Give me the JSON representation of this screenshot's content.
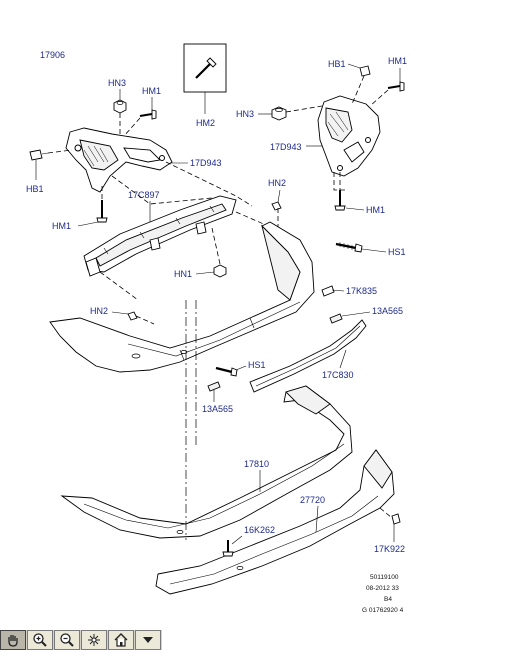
{
  "figure": {
    "id": "17906",
    "callouts": {
      "hb1_top": "HB1",
      "hm1_top_right": "HM1",
      "hm2": "HM2",
      "hn3_right": "HN3",
      "d943_right": "17D943",
      "hn3_left": "HN3",
      "hm1_left_top": "HM1",
      "d943_left": "17D943",
      "hb1_left": "HB1",
      "hm1_left_bottom": "HM1",
      "c897": "17C897",
      "hn2_top": "HN2",
      "hm1_right_bottom": "HM1",
      "hs1_right": "HS1",
      "hn1": "HN1",
      "k835": "17K835",
      "hn2_left": "HN2",
      "a565_right": "13A565",
      "hs1_center": "HS1",
      "c830": "17C830",
      "a565_left": "13A565",
      "p17810": "17810",
      "p27720": "27720",
      "k262": "16K262",
      "k922": "17K922"
    },
    "meta_lines": [
      "50119100",
      "08-2012 33",
      "B4",
      "G 01762920 4"
    ]
  },
  "toolbar": {
    "buttons": [
      {
        "icon": "pan-hand-icon",
        "active": true
      },
      {
        "icon": "zoom-in-icon",
        "active": false
      },
      {
        "icon": "zoom-out-icon",
        "active": false
      },
      {
        "icon": "fit-page-icon",
        "active": false
      },
      {
        "icon": "home-icon",
        "active": false
      },
      {
        "icon": "dropdown-arrow-icon",
        "active": false
      }
    ]
  },
  "colors": {
    "callout_text": "#1f2a8c",
    "line": "#000000",
    "toolbar_bg": "#ece9d8"
  }
}
